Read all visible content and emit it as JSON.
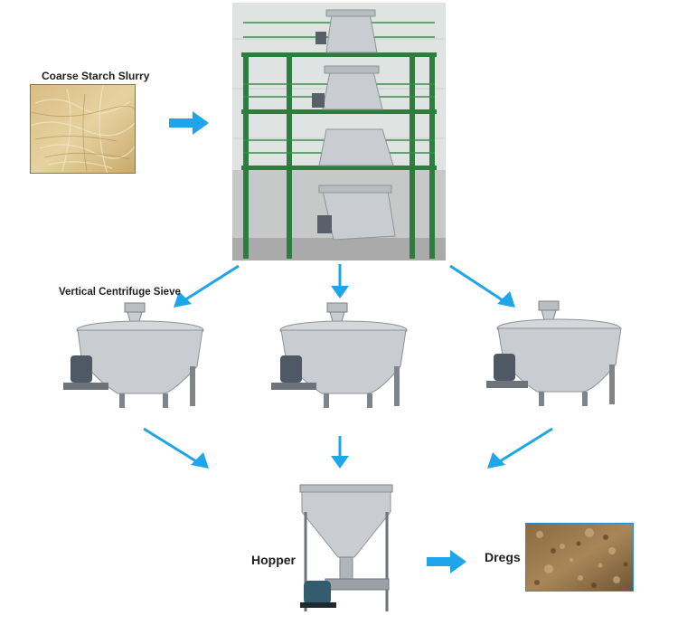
{
  "labels": {
    "slurry": "Coarse Starch Slurry",
    "sieve": "Vertical Centrifuge Sieve",
    "hopper": "Hopper",
    "dregs": "Dregs"
  },
  "colors": {
    "arrow": "#1fa5ea",
    "frame": "#1e8fd8",
    "steel_frame": "#2e7d3e",
    "stainless": "#c9cdd1"
  },
  "icons": [
    "arrow-right-icon",
    "arrow-down-icon",
    "arrow-down-left-icon",
    "arrow-down-right-icon"
  ]
}
